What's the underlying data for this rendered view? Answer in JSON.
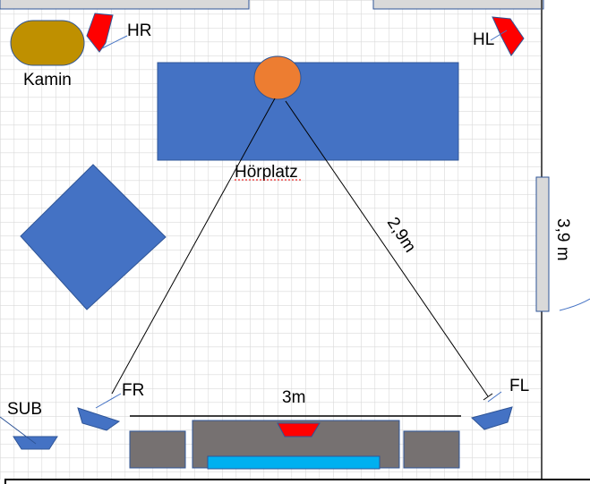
{
  "labels": {
    "kamin": "Kamin",
    "hr": "HR",
    "hl": "HL",
    "hoerplatz": "Hörplatz",
    "distance_diagonal": "2,9m",
    "room_depth": "3,9 m",
    "fr": "FR",
    "fl": "FL",
    "sub": "SUB",
    "width": "3m"
  },
  "colors": {
    "furniture_blue": "#4472C4",
    "listener_orange": "#ED7D31",
    "rear_speaker_red": "#FF0000",
    "fireplace_gold": "#BF9000",
    "tv_stand_gray": "#767171",
    "soundbar_cyan": "#00B0F0",
    "grid": "#d9d9d9"
  }
}
